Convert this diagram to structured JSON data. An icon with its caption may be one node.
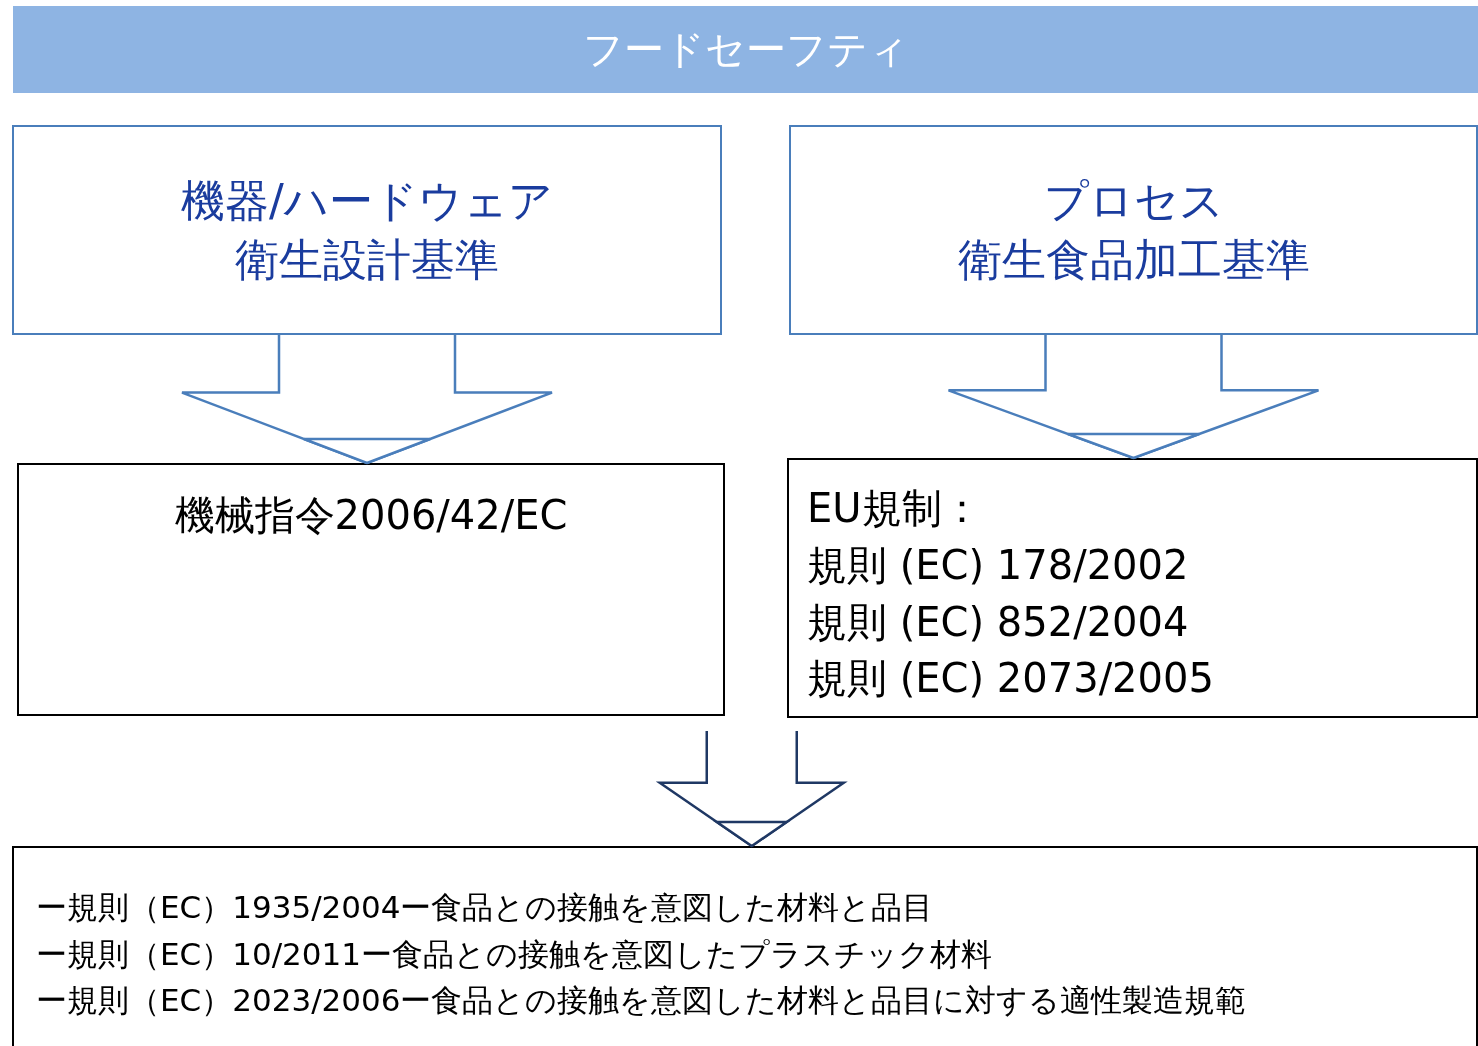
{
  "diagram": {
    "title": "フードセーフティ",
    "nodes": [
      {
        "text": [
          "機器/ハードウェア",
          "衛生設計基準"
        ]
      },
      {
        "text": [
          "プロセス",
          "衛生食品加工基準"
        ]
      },
      {
        "text": [
          "機械指令2006/42/EC"
        ]
      },
      {
        "text": [
          "EU規制：",
          "規則 (EC) 178/2002",
          "規則 (EC) 852/2004",
          "規則 (EC) 2073/2005"
        ]
      },
      {
        "text": [
          "ー規則（EC）1935/2004ー食品との接触を意図した材料と品目",
          "ー規則（EC）10/2011ー食品との接触を意図したプラスチック材料",
          "ー規則（EC）2023/2006ー食品との接触を意図した材料と品目に対する適性製造規範"
        ]
      }
    ],
    "edges": [
      {
        "from": 0,
        "to": 2,
        "arrow": "to"
      },
      {
        "from": 1,
        "to": 3,
        "arrow": "to"
      },
      {
        "from": 2,
        "to": 4,
        "arrow": "to"
      },
      {
        "from": 3,
        "to": 4,
        "arrow": "to"
      }
    ]
  }
}
